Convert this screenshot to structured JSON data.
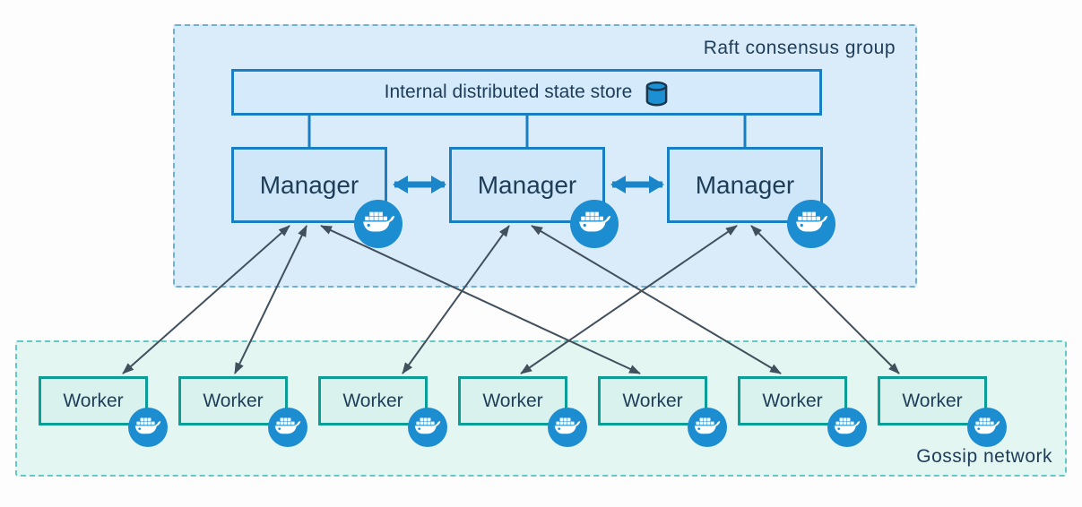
{
  "raft_group": {
    "label": "Raft consensus group",
    "state_store": {
      "label": "Internal distributed state store",
      "icon": "database-icon"
    },
    "managers": [
      {
        "label": "Manager",
        "badge_icon": "docker-whale-icon"
      },
      {
        "label": "Manager",
        "badge_icon": "docker-whale-icon"
      },
      {
        "label": "Manager",
        "badge_icon": "docker-whale-icon"
      }
    ]
  },
  "gossip_network": {
    "label": "Gossip network",
    "workers": [
      {
        "label": "Worker",
        "badge_icon": "docker-whale-icon"
      },
      {
        "label": "Worker",
        "badge_icon": "docker-whale-icon"
      },
      {
        "label": "Worker",
        "badge_icon": "docker-whale-icon"
      },
      {
        "label": "Worker",
        "badge_icon": "docker-whale-icon"
      },
      {
        "label": "Worker",
        "badge_icon": "docker-whale-icon"
      },
      {
        "label": "Worker",
        "badge_icon": "docker-whale-icon"
      },
      {
        "label": "Worker",
        "badge_icon": "docker-whale-icon"
      }
    ]
  },
  "connections": {
    "store_links": [
      "store-manager-0",
      "store-manager-1",
      "store-manager-2"
    ],
    "manager_peer_links": [
      "manager-0-manager-1",
      "manager-1-manager-2"
    ],
    "worker_links": [
      {
        "manager": 0,
        "worker": 0,
        "bidirectional": true
      },
      {
        "manager": 0,
        "worker": 1,
        "bidirectional": true
      },
      {
        "manager": 0,
        "worker": 4,
        "bidirectional": true
      },
      {
        "manager": 1,
        "worker": 2,
        "bidirectional": true
      },
      {
        "manager": 1,
        "worker": 5,
        "bidirectional": true
      },
      {
        "manager": 2,
        "worker": 3,
        "bidirectional": true
      },
      {
        "manager": 2,
        "worker": 6,
        "bidirectional": true
      }
    ]
  },
  "colors": {
    "raft_fill": "#daecf9",
    "raft_border": "#6fb0d8",
    "store_fill": "#d5eafa",
    "manager_fill": "#cfe7f8",
    "node_blue_border": "#1a7fc2",
    "gossip_fill": "#e3f6f2",
    "gossip_border": "#63c9c2",
    "worker_fill": "#d9f2ee",
    "worker_border": "#0a9e96",
    "docker_badge": "#1c8dd1",
    "peer_arrow": "#1a86c9",
    "link_arrow": "#41505c",
    "text": "#1e3d59"
  }
}
